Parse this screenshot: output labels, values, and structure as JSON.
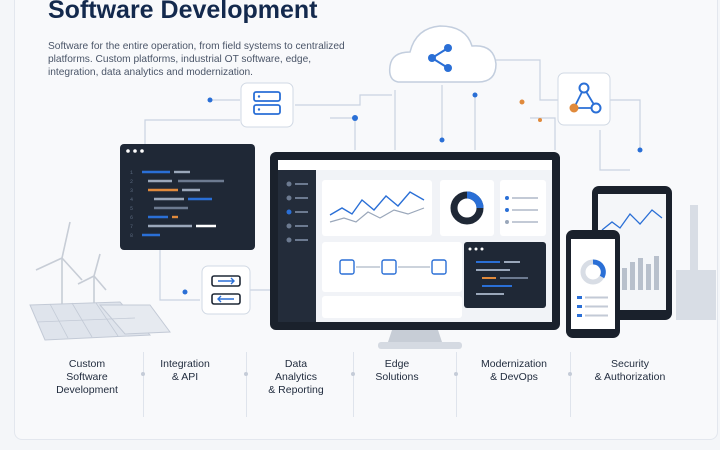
{
  "header": {
    "title": "Software Development",
    "description": "Software for the entire operation, from field systems to centralized platforms. Custom platforms, industrial OT software, edge, integration, data analytics and modernization."
  },
  "services": [
    {
      "label": "Custom\nSoftware\nDevelopment"
    },
    {
      "label": "Integration\n& API"
    },
    {
      "label": "Data\nAnalytics\n& Reporting"
    },
    {
      "label": "Edge\nSolutions"
    },
    {
      "label": "Modernization\n& DevOps"
    },
    {
      "label": "Security\n& Authorization"
    }
  ],
  "icons": {
    "cloud": "cloud-share-icon",
    "server": "server-icon",
    "network": "network-nodes-icon",
    "transfer": "data-transfer-icon"
  },
  "colors": {
    "accent": "#2a6fd6",
    "orange": "#e08a3c",
    "navy": "#13294d",
    "dark_panel": "#1f2836"
  }
}
